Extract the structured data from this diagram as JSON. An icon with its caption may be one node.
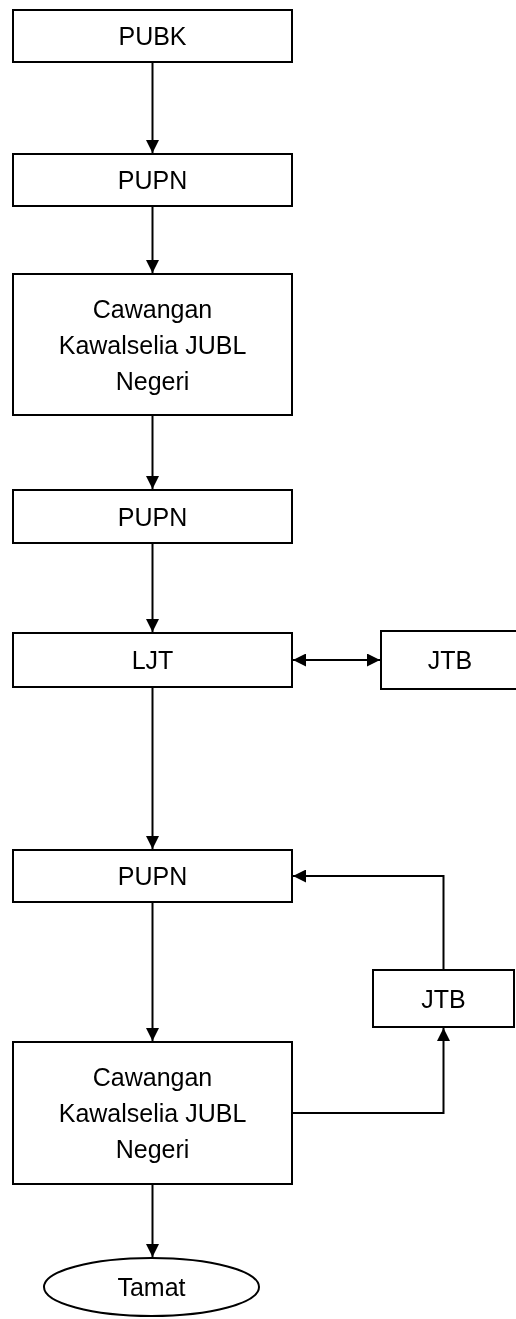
{
  "diagram": {
    "nodes": [
      {
        "text": [
          "PUBK"
        ]
      },
      {
        "text": [
          "PUPN"
        ]
      },
      {
        "text": [
          "Cawangan Kawalselia JUBL Negeri"
        ]
      },
      {
        "text": [
          "PUPN"
        ]
      },
      {
        "text": [
          "LJT"
        ]
      },
      {
        "text": [
          "JTB"
        ]
      },
      {
        "text": [
          "PUPN"
        ]
      },
      {
        "text": [
          "JTB"
        ]
      },
      {
        "text": [
          "Cawangan Kawalselia JUBL Negeri"
        ]
      },
      {
        "text": [
          "Tamat"
        ]
      }
    ],
    "edges": [
      {
        "from": 0,
        "to": 1,
        "arrow": "to"
      },
      {
        "from": 1,
        "to": 2,
        "arrow": "to"
      },
      {
        "from": 2,
        "to": 3,
        "arrow": "to"
      },
      {
        "from": 3,
        "to": 4,
        "arrow": "to"
      },
      {
        "from": 4,
        "to": 5,
        "arrow": "both"
      },
      {
        "from": 4,
        "to": 6,
        "arrow": "to"
      },
      {
        "from": 6,
        "to": 8,
        "arrow": "to"
      },
      {
        "from": 8,
        "to": 7,
        "arrow": "to"
      },
      {
        "from": 7,
        "to": 6,
        "arrow": "to"
      },
      {
        "from": 8,
        "to": 9,
        "arrow": "to"
      }
    ]
  }
}
